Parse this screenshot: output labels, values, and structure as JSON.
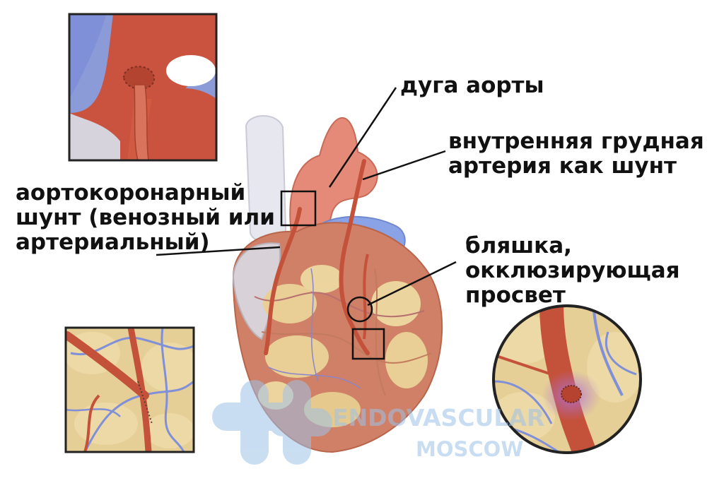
{
  "labels": {
    "aortic_arch": "дуга аорты",
    "mammary_artery": [
      "внутренняя грудная",
      "артерия как шунт"
    ],
    "bypass_graft": [
      "аортокоронарный",
      "шунт (венозный или",
      "артериальный)"
    ],
    "plaque": [
      "бляшка,",
      "окклюзирующая",
      "просвет"
    ]
  },
  "watermark": {
    "line1": "ENDOVASCULAR",
    "line2": "MOSCOW"
  },
  "colors": {
    "artery": "#c4523a",
    "vein": "#7f8fd8",
    "myocardium_fat": "#e9cf95",
    "heart_tissue": "#cf8066",
    "watermark": "#9ec3e8"
  }
}
